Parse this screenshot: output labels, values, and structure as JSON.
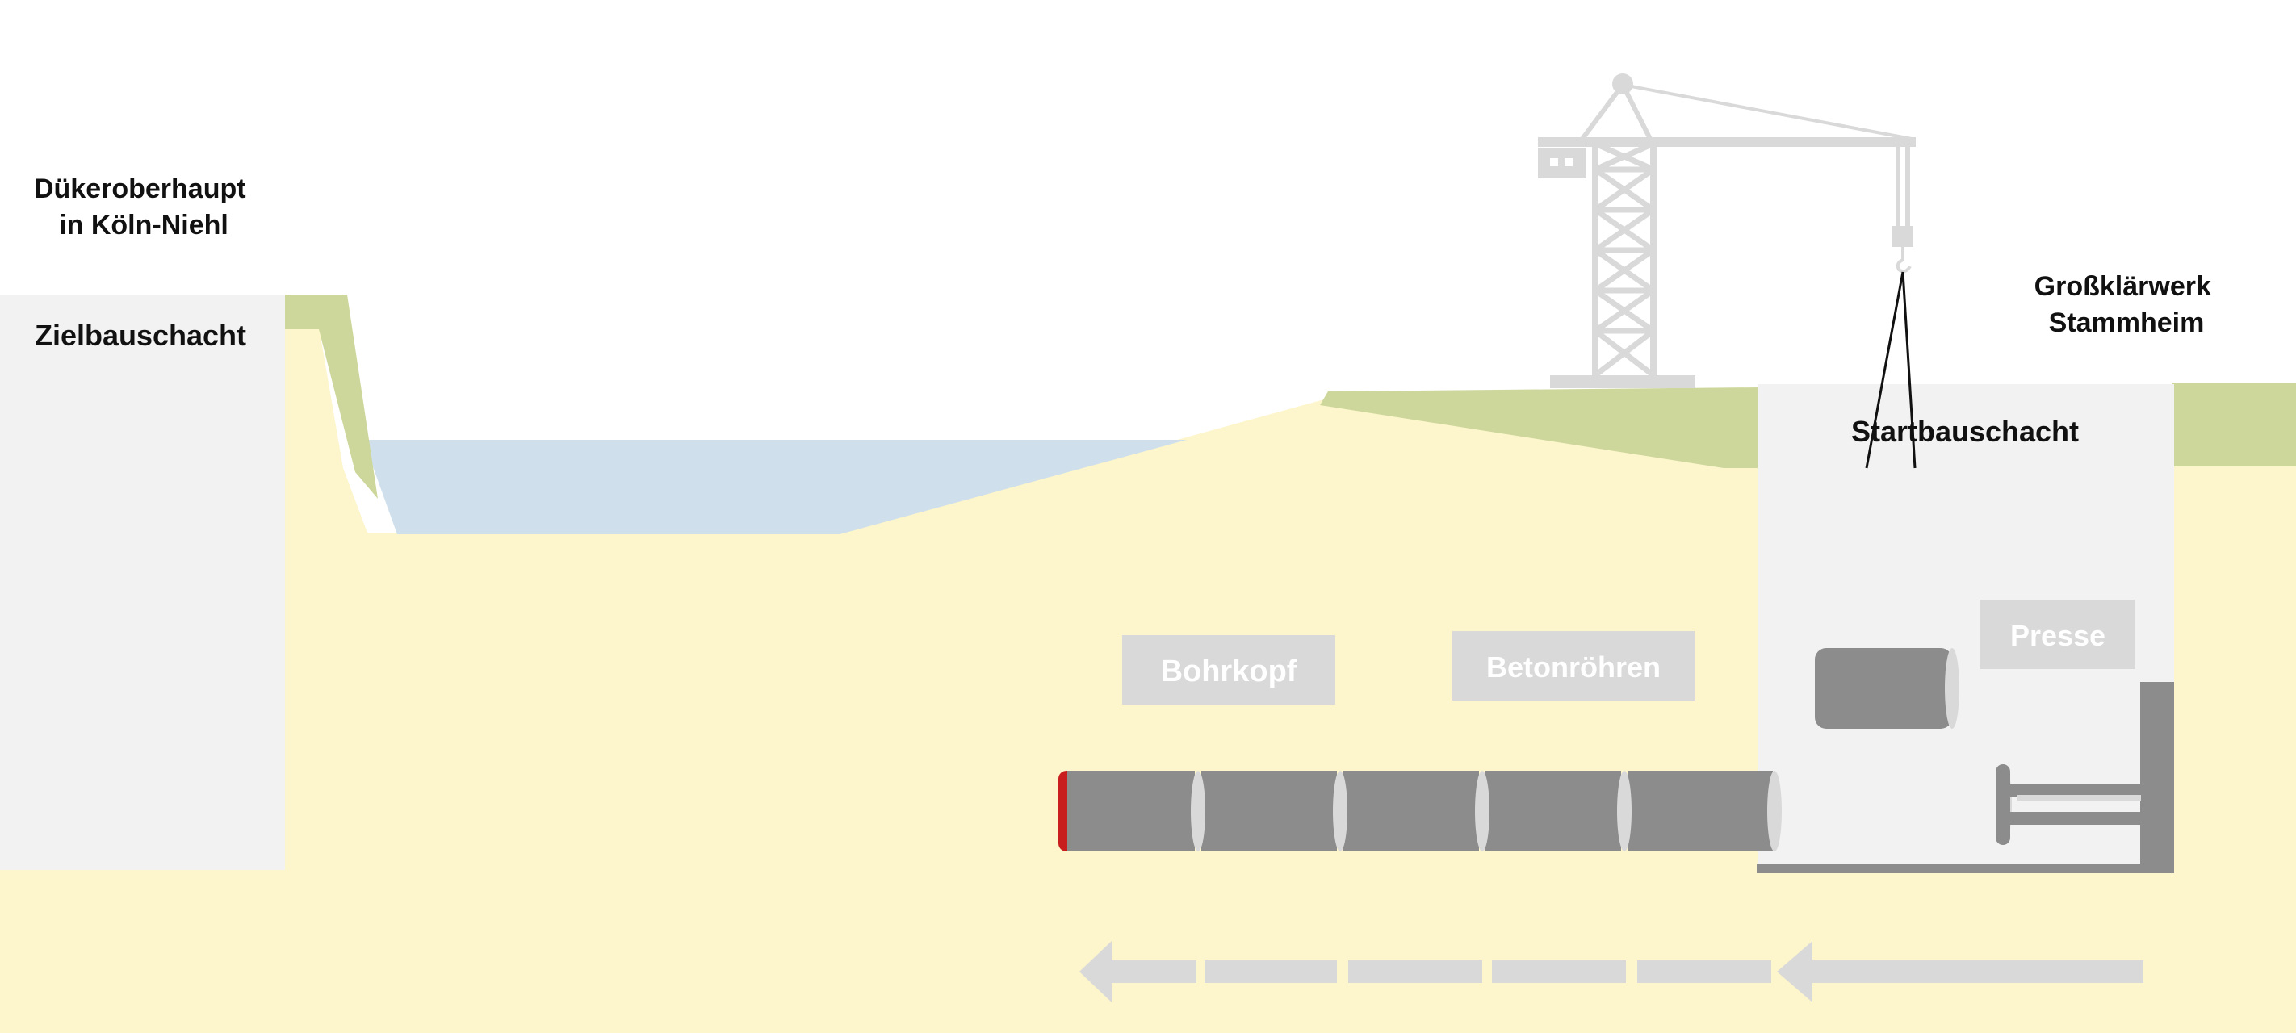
{
  "labels": {
    "target_site": [
      "Dükeroberhaupt",
      "in Köln-Niehl"
    ],
    "target_shaft": "Zielbauschacht",
    "plant": [
      "Großklärwerk",
      "Stammheim"
    ],
    "start_shaft": "Startbauschacht",
    "drill_head": "Bohrkopf",
    "concrete_pipes": "Betonröhren",
    "press": "Presse"
  },
  "colors": {
    "soil": "#fdf5cb",
    "grass": "#cdd79c",
    "water": "#cfe0ec",
    "shaft": "#f2f2f2",
    "pipe": "#8c8c8c",
    "pipe_ring": "#d9d9d9",
    "drill_head": "#c81e1e",
    "crane": "#d9d9d9",
    "label_box": "#d9d9d9",
    "text": "#111111",
    "label_text": "#ffffff"
  },
  "icons": [
    "tower-crane-icon",
    "drive-direction-arrow-icon",
    "hydraulic-press-icon"
  ]
}
